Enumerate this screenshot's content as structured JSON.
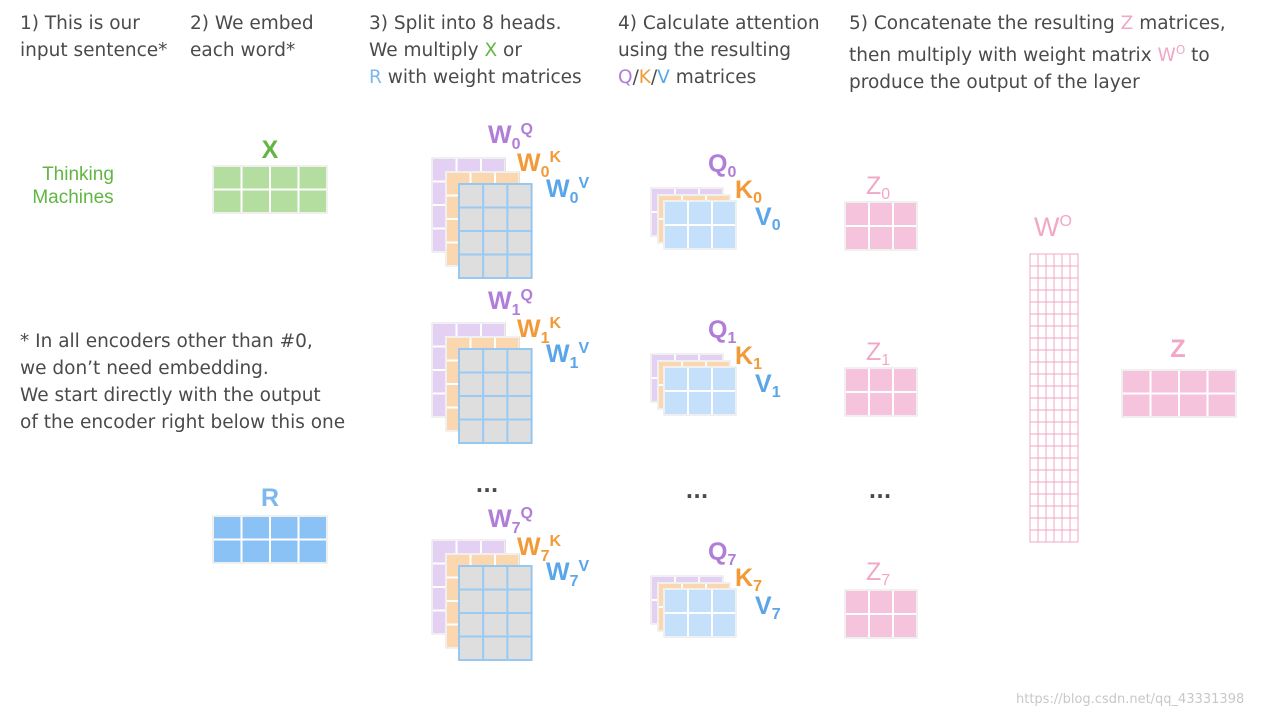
{
  "steps": {
    "step1": [
      "1) This is our",
      "input sentence*"
    ],
    "step2": [
      "2) We embed",
      "each word*"
    ],
    "step3": {
      "line1": "3) Split into 8 heads.",
      "line2_pre": "We multiply ",
      "line2_x": "X",
      "line2_post": " or",
      "line3_r": "R",
      "line3_post": " with weight matrices"
    },
    "step4": {
      "line1": "4) Calculate attention",
      "line2": "using the resulting",
      "line3_q": "Q",
      "slash1": "/",
      "line3_k": "K",
      "slash2": "/",
      "line3_v": "V",
      "line3_post": " matrices"
    },
    "step5": {
      "line1_pre": "5) Concatenate the resulting ",
      "line1_z": "Z",
      "line1_post": " matrices,",
      "line2_pre": "then multiply with weight matrix ",
      "line2_w": "W",
      "line2_w_sup": "O",
      "line2_post": " to",
      "line3": "produce the output of the layer"
    }
  },
  "input": {
    "word1": "Thinking",
    "word2": "Machines"
  },
  "embeddings": {
    "x_label": "X",
    "r_label": "R"
  },
  "weights": [
    {
      "w": "W",
      "sub": "0",
      "q": "Q",
      "k": "K",
      "v": "V"
    },
    {
      "w": "W",
      "sub": "1",
      "q": "Q",
      "k": "K",
      "v": "V"
    },
    {
      "w": "W",
      "sub": "7",
      "q": "Q",
      "k": "K",
      "v": "V"
    }
  ],
  "qkv": [
    {
      "q": "Q",
      "k": "K",
      "v": "V",
      "sub": "0"
    },
    {
      "q": "Q",
      "k": "K",
      "v": "V",
      "sub": "1"
    },
    {
      "q": "Q",
      "k": "K",
      "v": "V",
      "sub": "7"
    }
  ],
  "z_heads": [
    {
      "z": "Z",
      "sub": "0"
    },
    {
      "z": "Z",
      "sub": "1"
    },
    {
      "z": "Z",
      "sub": "7"
    }
  ],
  "ellipsis": "...",
  "output_weight": {
    "w": "W",
    "sup": "O"
  },
  "output_z": "Z",
  "footnote": [
    "* In all encoders other than #0,",
    "we don’t need embedding.",
    "We start directly with the output",
    "of the encoder right below this one"
  ],
  "watermark": "https://blog.csdn.net/qq_43331398",
  "colors": {
    "text": "#4a4a4a",
    "green": "#62b543",
    "green_fill": "#b3dea0",
    "blue": "#7ab8ee",
    "blue_fill": "#8bc2f5",
    "purple": "#b07ed8",
    "purple_fill": "#e3d0f3",
    "orange": "#f29a38",
    "orange_fill": "#fbd7b0",
    "v_blue": "#5aa6e8",
    "v_fill": "#c5e0fa",
    "gray_fill": "#dedede",
    "pink": "#f2a7c6",
    "pink_fill": "#f6c3dc"
  }
}
